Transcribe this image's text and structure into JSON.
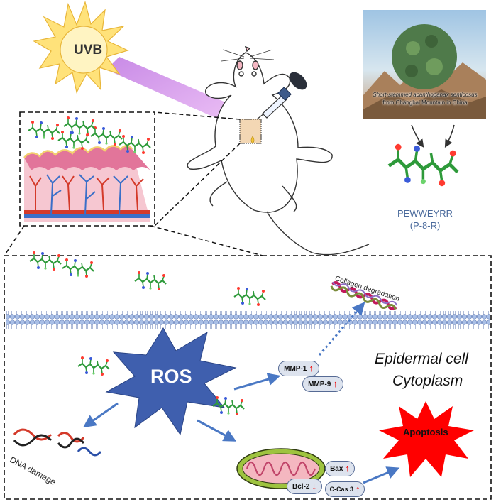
{
  "labels": {
    "uvb": "UVB",
    "photo_caption_line1": "Short-stemmed acanthopanax senticosus",
    "photo_caption_line2": "from Changbai Mountain in China",
    "peptide_name": "PEWWEYRR",
    "peptide_code": "(P-8-R)",
    "collagen": "Collagen degradation",
    "epidermal_cell": "Epidermal cell",
    "cytoplasm": "Cytoplasm",
    "ros": "ROS",
    "dna_damage": "DNA damage",
    "apoptosis": "Apoptosis"
  },
  "markers": {
    "mmp1": "MMP-1",
    "mmp9": "MMP-9",
    "bax": "Bax",
    "bcl2": "Bcl-2",
    "ccas3": "C-Cas 3",
    "up_arrow": "↑",
    "down_arrow": "↓"
  },
  "colors": {
    "uvb_sun": "#ffe27a",
    "uv_beam": "#d9a8f0",
    "ros_star": "#3f5fae",
    "apoptosis_star": "#ff0000",
    "membrane": "#b8c9e6",
    "skin_pink": "#e88fa8",
    "vessel_red": "#d43a2a",
    "vessel_blue": "#3a6fc8",
    "arrow_blue": "#4a78c4",
    "peptide_green": "#4caf50"
  },
  "icons": [
    "sun-icon",
    "mouse-icon",
    "dropper-icon",
    "peptide-molecule-icon",
    "dna-icon",
    "mitochondrion-icon",
    "collagen-fiber-icon",
    "cell-membrane-icon"
  ]
}
